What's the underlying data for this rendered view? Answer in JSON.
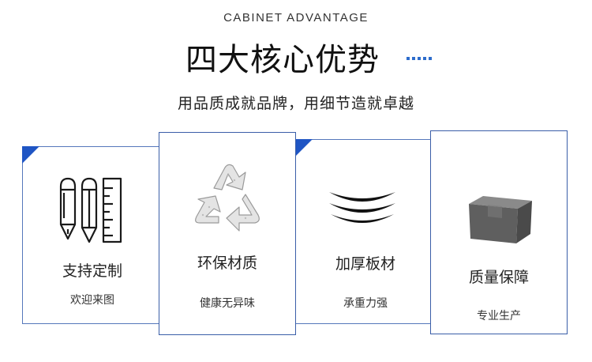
{
  "header": {
    "subtitle_en": "CABINET ADVANTAGE",
    "title": "四大核心优势",
    "slogan": "用品质成就品牌，用细节造就卓越"
  },
  "colors": {
    "accent": "#1f55c4",
    "border": "#3a5ea8",
    "text": "#222222"
  },
  "cards": [
    {
      "label": "支持定制",
      "sub": "欢迎来图",
      "icon": "pens-ruler-icon"
    },
    {
      "label": "环保材质",
      "sub": "健康无异味",
      "icon": "recycle-icon"
    },
    {
      "label": "加厚板材",
      "sub": "承重力强",
      "icon": "layered-boards-icon"
    },
    {
      "label": "质量保障",
      "sub": "专业生产",
      "icon": "box-icon"
    }
  ]
}
